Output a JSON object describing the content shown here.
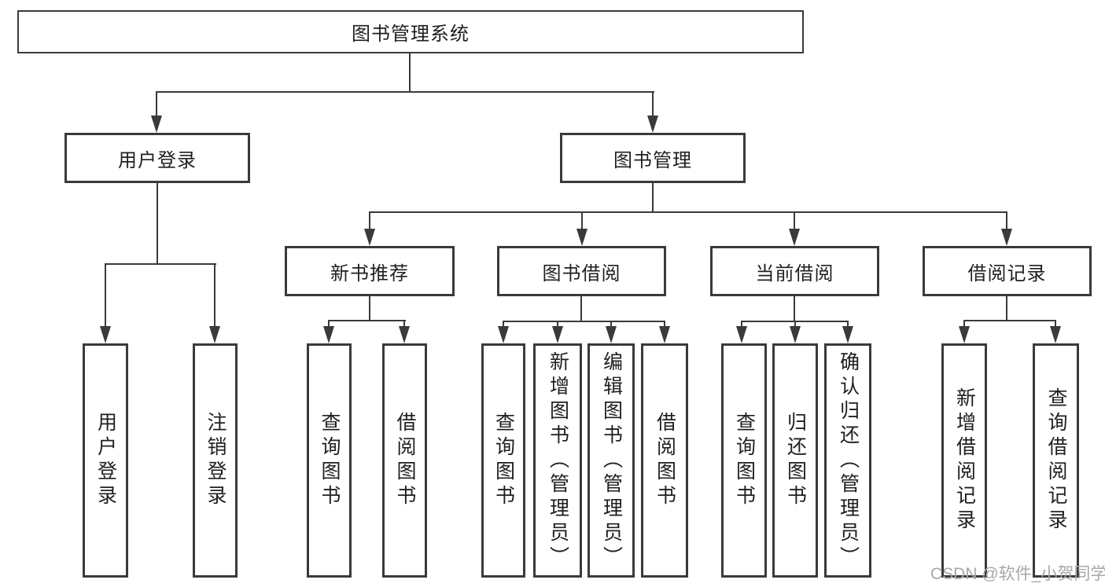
{
  "colors": {
    "line": "#3a3a3a",
    "text": "#1f1f1f",
    "watermark_text_color": "#a8a8a8",
    "background": "#ffffff"
  },
  "watermark": {
    "text": "CSDN @软件_小贺同学"
  },
  "tree": {
    "root": {
      "label": "图书管理系统",
      "children": [
        {
          "label": "用户登录",
          "children": [
            {
              "label": "用户登录"
            },
            {
              "label": "注销登录"
            }
          ]
        },
        {
          "label": "图书管理",
          "children": [
            {
              "label": "新书推荐",
              "children": [
                {
                  "label": "查询图书"
                },
                {
                  "label": "借阅图书"
                }
              ]
            },
            {
              "label": "图书借阅",
              "children": [
                {
                  "label": "查询图书"
                },
                {
                  "label": "新增图书（管理员）"
                },
                {
                  "label": "编辑图书（管理员）"
                },
                {
                  "label": "借阅图书"
                }
              ]
            },
            {
              "label": "当前借阅",
              "children": [
                {
                  "label": "查询图书"
                },
                {
                  "label": "归还图书"
                },
                {
                  "label": "确认归还（管理员）"
                }
              ]
            },
            {
              "label": "借阅记录",
              "children": [
                {
                  "label": "新增借阅记录"
                },
                {
                  "label": "查询借阅记录"
                }
              ]
            }
          ]
        }
      ]
    }
  }
}
